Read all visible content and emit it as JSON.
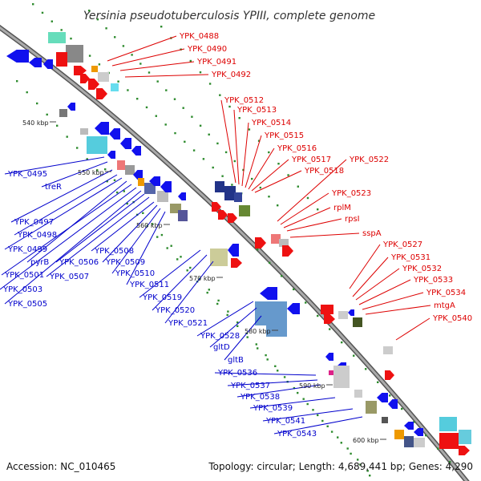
{
  "title": "Yersinia pseudotuberculosis YPIII, complete genome",
  "footer": {
    "accession": "Accession: NC_010465",
    "topology": "Topology: circular; Length: 4,689,441 bp; Genes: 4,290"
  },
  "colors": {
    "forward_label": "#dd0000",
    "reverse_label": "#0000cc",
    "backbone": "#8a8a8a",
    "tick": "#2e8b2e"
  },
  "kbp_ticks": [
    "540 kbp",
    "550 kbp",
    "560 kbp",
    "570 kbp",
    "580 kbp",
    "590 kbp",
    "600 kbp"
  ],
  "forward_labels": [
    "YPK_0488",
    "YPK_0490",
    "YPK_0491",
    "YPK_0492",
    "YPK_0512",
    "YPK_0513",
    "YPK_0514",
    "YPK_0515",
    "YPK_0516",
    "YPK_0517",
    "YPK_0518",
    "YPK_0522",
    "YPK_0523",
    "rplM",
    "rpsI",
    "sspA",
    "YPK_0527",
    "YPK_0531",
    "YPK_0532",
    "YPK_0533",
    "YPK_0534",
    "mtgA",
    "YPK_0540"
  ],
  "reverse_labels": [
    "YPK_0495",
    "treR",
    "YPK_0497",
    "YPK_0498",
    "YPK_0499",
    "pyrB",
    "YPK_0501",
    "YPK_0503",
    "YPK_0505",
    "YPK_0506",
    "YPK_0507",
    "YPK_0508",
    "YPK_0509",
    "YPK_0510",
    "YPK_0511",
    "YPK_0519",
    "YPK_0520",
    "YPK_0521",
    "YPK_0528",
    "gltD",
    "gltB",
    "YPK_0536",
    "YPK_0537",
    "YPK_0538",
    "YPK_0539",
    "YPK_0541",
    "YPK_0543"
  ]
}
